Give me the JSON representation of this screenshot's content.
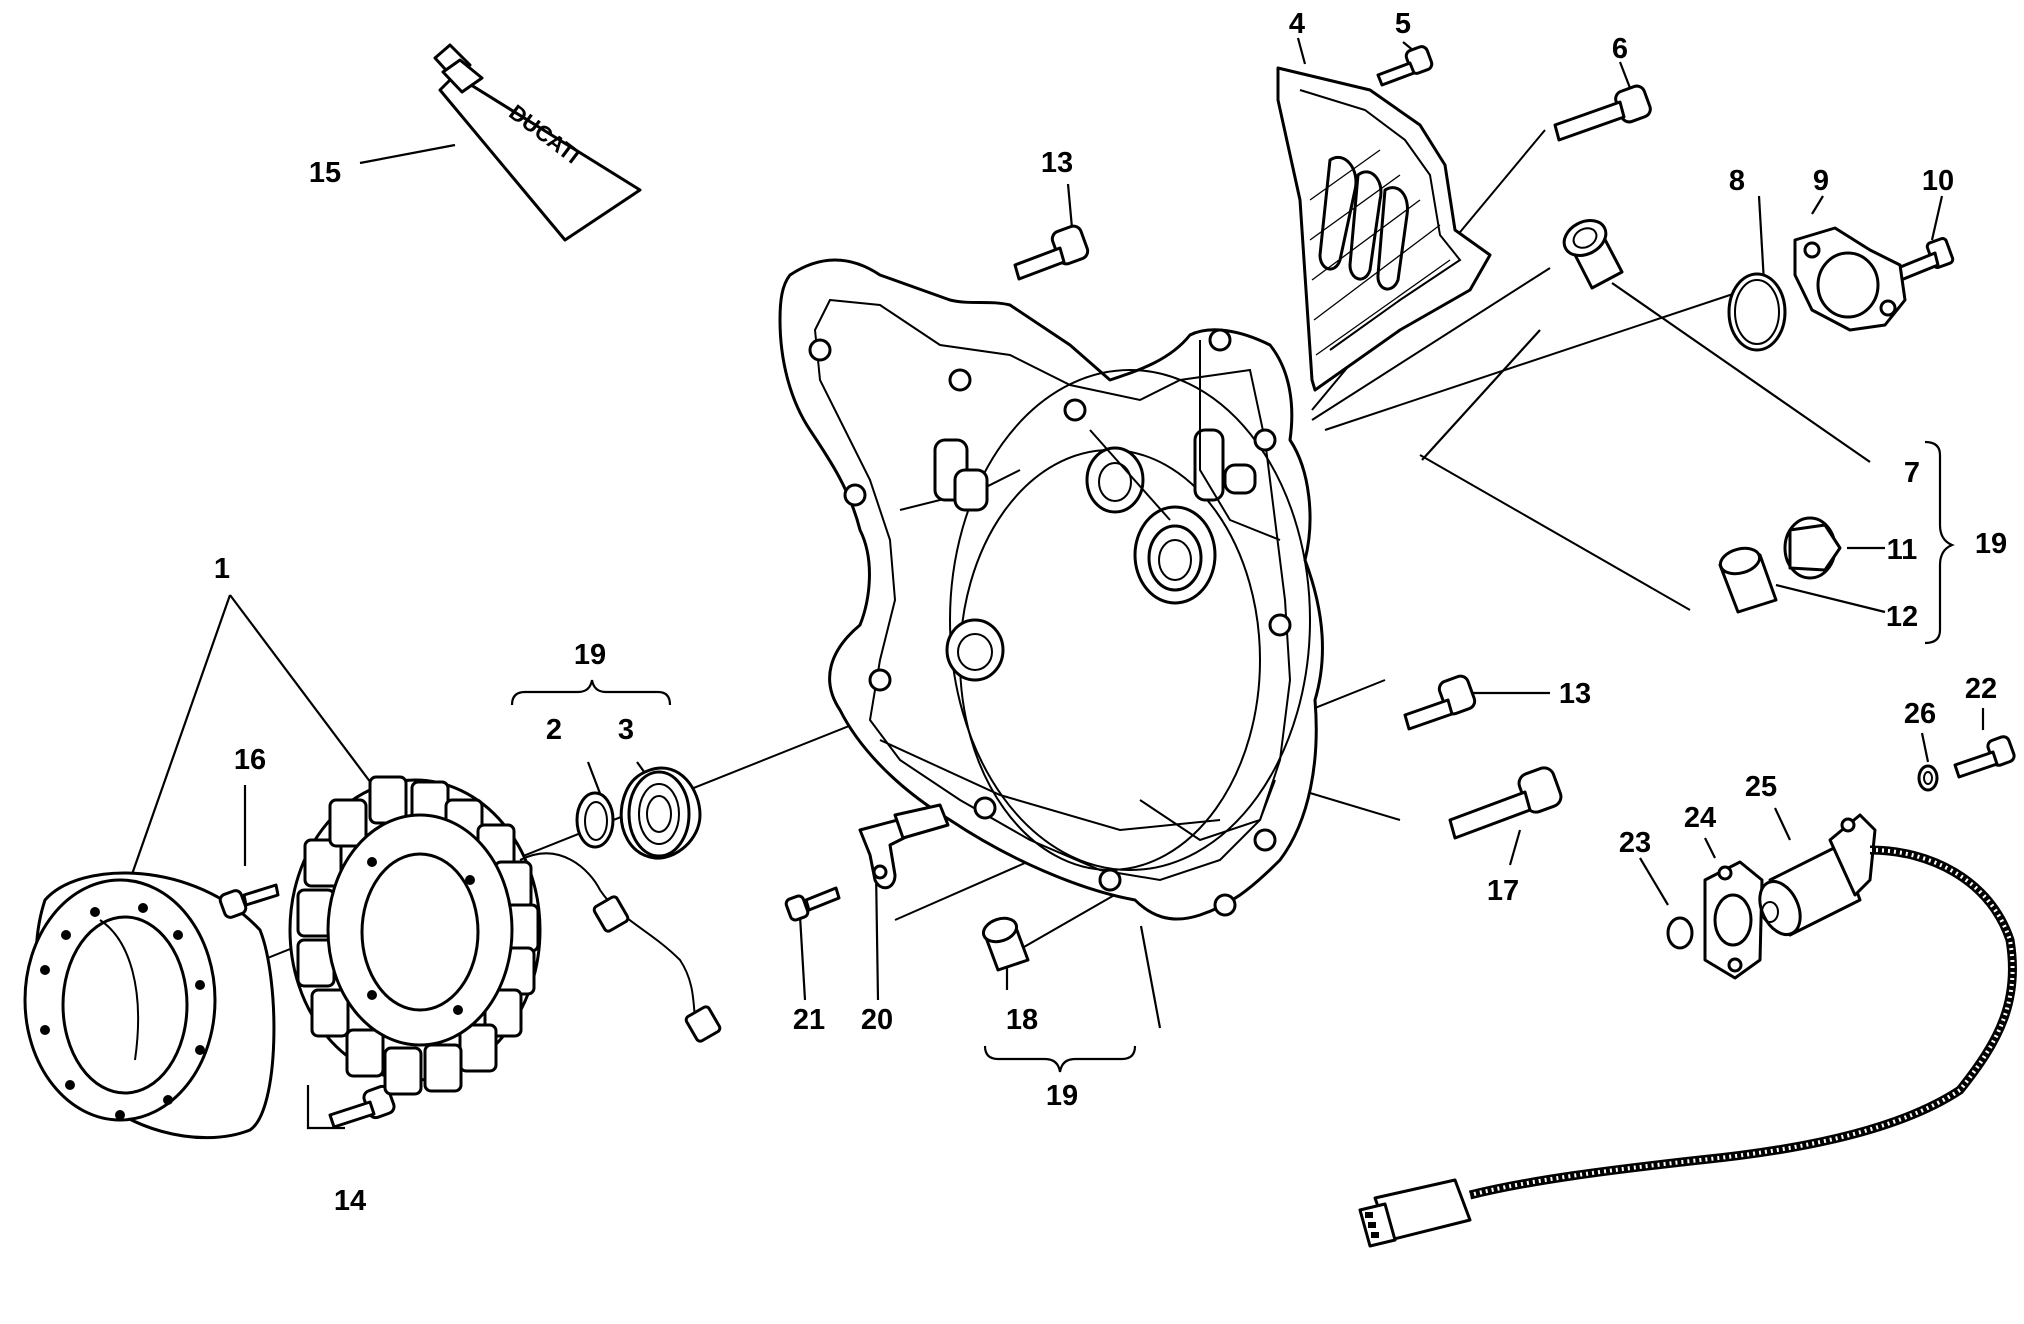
{
  "diagram": {
    "callouts": [
      "1",
      "2",
      "3",
      "4",
      "5",
      "6",
      "7",
      "8",
      "9",
      "10",
      "11",
      "12",
      "13",
      "13",
      "14",
      "15",
      "16",
      "17",
      "18",
      "19",
      "19",
      "19",
      "20",
      "21",
      "22",
      "23",
      "24",
      "25",
      "26"
    ],
    "tube_brand": "DUCATI"
  }
}
